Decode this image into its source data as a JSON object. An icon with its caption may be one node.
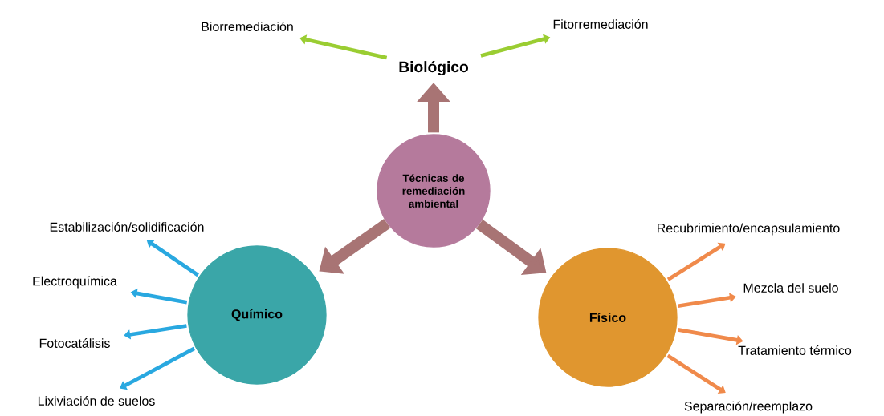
{
  "diagram": {
    "nodes": [
      {
        "text": [
          "Técnicas de remediación ambiental"
        ]
      },
      {
        "text": [
          "Biológico"
        ]
      },
      {
        "text": [
          "Biorremediación"
        ]
      },
      {
        "text": [
          "Fitorremediación"
        ]
      },
      {
        "text": [
          "Químico"
        ]
      },
      {
        "text": [
          "Físico"
        ]
      },
      {
        "text": [
          "Estabilización/solidificación"
        ]
      },
      {
        "text": [
          "Electroquímica"
        ]
      },
      {
        "text": [
          "Fotocatálisis"
        ]
      },
      {
        "text": [
          "Lixiviación de suelos"
        ]
      },
      {
        "text": [
          "Recubrimiento/encapsulamiento"
        ]
      },
      {
        "text": [
          "Mezcla del suelo"
        ]
      },
      {
        "text": [
          "Tratamiento térmico"
        ]
      },
      {
        "text": [
          "Separación/reemplazo"
        ]
      }
    ],
    "edges": [
      {
        "from": 0,
        "to": 1,
        "arrow": "to",
        "style": "thick",
        "color": "#a87474"
      },
      {
        "from": 0,
        "to": 4,
        "arrow": "to",
        "style": "thick",
        "color": "#a87474"
      },
      {
        "from": 0,
        "to": 5,
        "arrow": "to",
        "style": "thick",
        "color": "#a87474"
      },
      {
        "from": 1,
        "to": 2,
        "arrow": "to",
        "color": "#9acd32"
      },
      {
        "from": 1,
        "to": 3,
        "arrow": "to",
        "color": "#9acd32"
      },
      {
        "from": 4,
        "to": 6,
        "arrow": "to",
        "color": "#29a8e0"
      },
      {
        "from": 4,
        "to": 7,
        "arrow": "to",
        "color": "#29a8e0"
      },
      {
        "from": 4,
        "to": 8,
        "arrow": "to",
        "color": "#29a8e0"
      },
      {
        "from": 4,
        "to": 9,
        "arrow": "to",
        "color": "#29a8e0"
      },
      {
        "from": 5,
        "to": 10,
        "arrow": "to",
        "color": "#f08a4b"
      },
      {
        "from": 5,
        "to": 11,
        "arrow": "to",
        "color": "#f08a4b"
      },
      {
        "from": 5,
        "to": 12,
        "arrow": "to",
        "color": "#f08a4b"
      },
      {
        "from": 5,
        "to": 13,
        "arrow": "to",
        "color": "#f08a4b"
      }
    ]
  }
}
